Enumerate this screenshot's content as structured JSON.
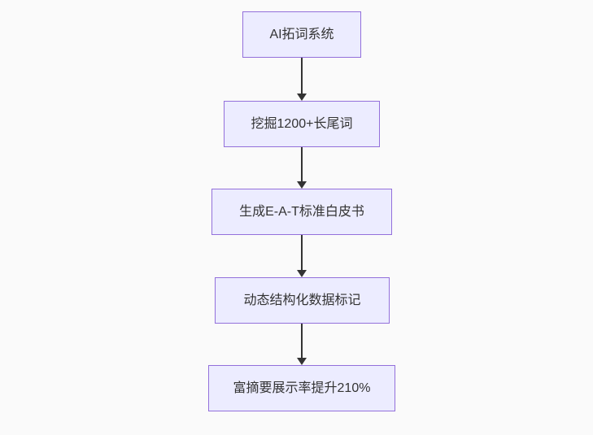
{
  "diagram": {
    "type": "flowchart",
    "direction": "top-down",
    "nodes": [
      {
        "id": "A",
        "label": "AI拓词系统"
      },
      {
        "id": "B",
        "label": "挖掘1200+长尾词"
      },
      {
        "id": "C",
        "label": "生成E-A-T标准白皮书"
      },
      {
        "id": "D",
        "label": "动态结构化数据标记"
      },
      {
        "id": "E",
        "label": "富摘要展示率提升210%"
      }
    ],
    "edges": [
      {
        "from": "A",
        "to": "B"
      },
      {
        "from": "B",
        "to": "C"
      },
      {
        "from": "C",
        "to": "D"
      },
      {
        "from": "D",
        "to": "E"
      }
    ],
    "colors": {
      "background": "#fafafa",
      "node_fill": "#ececff",
      "node_border": "#9370db",
      "node_text": "#333333",
      "arrow": "#333333"
    }
  }
}
